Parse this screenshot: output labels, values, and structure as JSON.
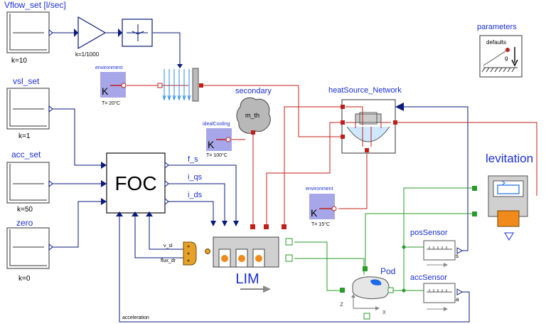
{
  "sources": {
    "vflow_set": {
      "title": "Vflow_set [l/sec]",
      "k": "k=10"
    },
    "vsl_set": {
      "title": "vsl_set",
      "k": "k=1"
    },
    "acc_set": {
      "title": "acc_set",
      "k": "k=50"
    },
    "zero": {
      "title": "zero",
      "k": "k=0"
    }
  },
  "gain": {
    "k": "k=1/1000"
  },
  "environment_top": {
    "title": "environment",
    "letter": "K",
    "temp": "T= 20°C"
  },
  "ideal_cooling": {
    "title": "idealCooling",
    "letter": "K",
    "temp": "T= 100°C"
  },
  "environment_bottom": {
    "title": "environment",
    "letter": "K",
    "temp": "T= 15°C"
  },
  "secondary": {
    "title": "secondary",
    "inner": "m_th"
  },
  "heat_source": {
    "title": "heatSource_Network"
  },
  "parameters": {
    "title": "parameters",
    "defaults": "defaults",
    "g": "g"
  },
  "foc": {
    "label": "FOC",
    "out_f_s": "f_s",
    "out_i_qs": "i_qs",
    "out_i_ds": "i_ds"
  },
  "voltage_src": {
    "v_sl": "v_sl",
    "flux_dr": "flux_dr"
  },
  "lim": {
    "label": "LIM"
  },
  "levitation": {
    "title": "levitation"
  },
  "pod": {
    "title": "Pod",
    "axis_z": "z",
    "axis_x": "x"
  },
  "pos_sensor": {
    "title": "posSensor",
    "port": "s"
  },
  "acc_sensor": {
    "title": "accSensor",
    "port": "a"
  },
  "signals": {
    "acceleration": "acceleration"
  },
  "colors": {
    "signal": "#0a1a7a",
    "thermal": "#c0201a",
    "mechanical": "#2a9a2a",
    "label": "#1b2fd4",
    "fixed": "#a6a6e8"
  }
}
